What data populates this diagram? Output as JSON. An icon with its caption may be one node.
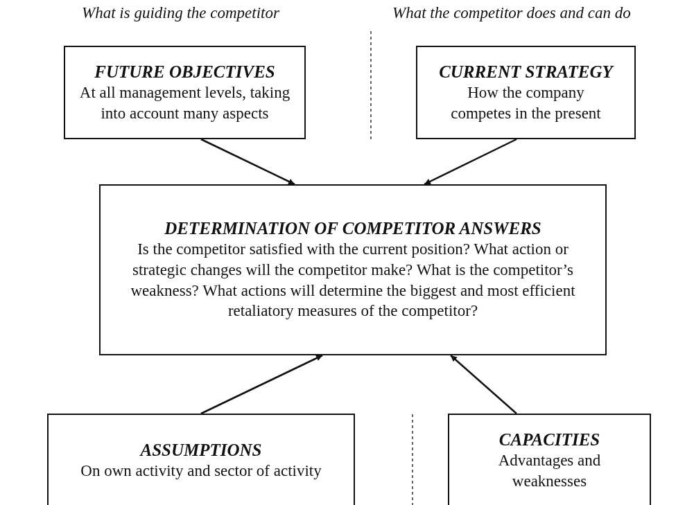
{
  "diagram": {
    "nodes": [
      {
        "text": [
          "FUTURE OBJECTIVES",
          "At all management levels, taking into account many aspects"
        ]
      },
      {
        "text": [
          "CURRENT STRATEGY",
          "How the company competes in the present"
        ]
      },
      {
        "text": [
          "DETERMINATION OF COMPETITOR ANSWERS",
          "Is the competitor satisfied with the current position? What action or strategic changes will the competitor make? What is the competitor’s weakness? What actions will determine the biggest and most efficient retaliatory measures of the competitor?"
        ]
      },
      {
        "text": [
          "ASSUMPTIONS",
          "On own activity and sector of activity"
        ]
      },
      {
        "text": [
          "CAPACITIES",
          "Advantages and weaknesses"
        ]
      }
    ],
    "edges": [
      {
        "from": 0,
        "to": 2,
        "arrow": "to"
      },
      {
        "from": 1,
        "to": 2,
        "arrow": "to"
      },
      {
        "from": 3,
        "to": 2,
        "arrow": "to"
      },
      {
        "from": 4,
        "to": 2,
        "arrow": "to"
      }
    ],
    "labels": [
      "What is guiding the competitor",
      "What the competitor does and can do"
    ]
  }
}
